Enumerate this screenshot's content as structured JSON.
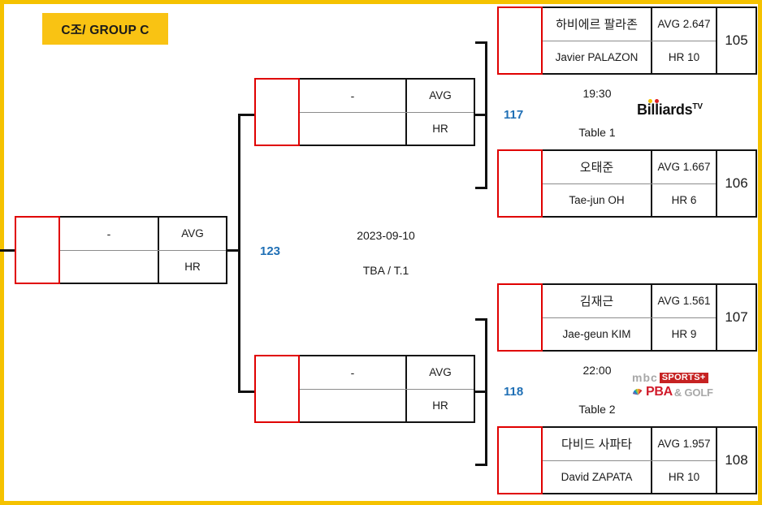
{
  "group": {
    "title": "C조/ GROUP C",
    "banner_color": "#F9C313"
  },
  "theme": {
    "frame_color": "#F5C200",
    "match_number_color": "#1F6FB5",
    "score_box_border": "#E00000",
    "box_border": "#111111"
  },
  "labels": {
    "avg": "AVG",
    "hr": "HR",
    "empty_name": "-"
  },
  "quarterfinals": [
    {
      "match_number": "117",
      "time": "19:30",
      "table": "Table 1",
      "broadcaster": "billiards-tv",
      "broadcaster_text": "Billiards",
      "broadcaster_sup": "TV",
      "players": [
        {
          "seed": "105",
          "name_kr": "하비에르 팔라존",
          "name_en": "Javier PALAZON",
          "avg": "AVG 2.647",
          "hr": "HR 10"
        },
        {
          "seed": "106",
          "name_kr": "오태준",
          "name_en": "Tae-jun OH",
          "avg": "AVG 1.667",
          "hr": "HR 6"
        }
      ]
    },
    {
      "match_number": "118",
      "time": "22:00",
      "table": "Table 2",
      "broadcaster": "mbc-sports-plus-pba-golf",
      "broadcaster_text": "mbc",
      "broadcaster_tag": "SPORTS+",
      "broadcaster_line2a": "PBA",
      "broadcaster_line2b": "& GOLF",
      "players": [
        {
          "seed": "107",
          "name_kr": "김재근",
          "name_en": "Jae-geun KIM",
          "avg": "AVG 1.561",
          "hr": "HR 9"
        },
        {
          "seed": "108",
          "name_kr": "다비드 사파타",
          "name_en": "David ZAPATA",
          "avg": "AVG 1.957",
          "hr": "HR 10"
        }
      ]
    }
  ],
  "semifinals": [
    {
      "name": "-",
      "avg": "AVG",
      "hr": "HR"
    },
    {
      "name": "-",
      "avg": "AVG",
      "hr": "HR"
    }
  ],
  "final": {
    "match_number": "123",
    "date": "2023-09-10",
    "table_info": "TBA / T.1",
    "slot": {
      "name": "-",
      "avg": "AVG",
      "hr": "HR"
    }
  }
}
